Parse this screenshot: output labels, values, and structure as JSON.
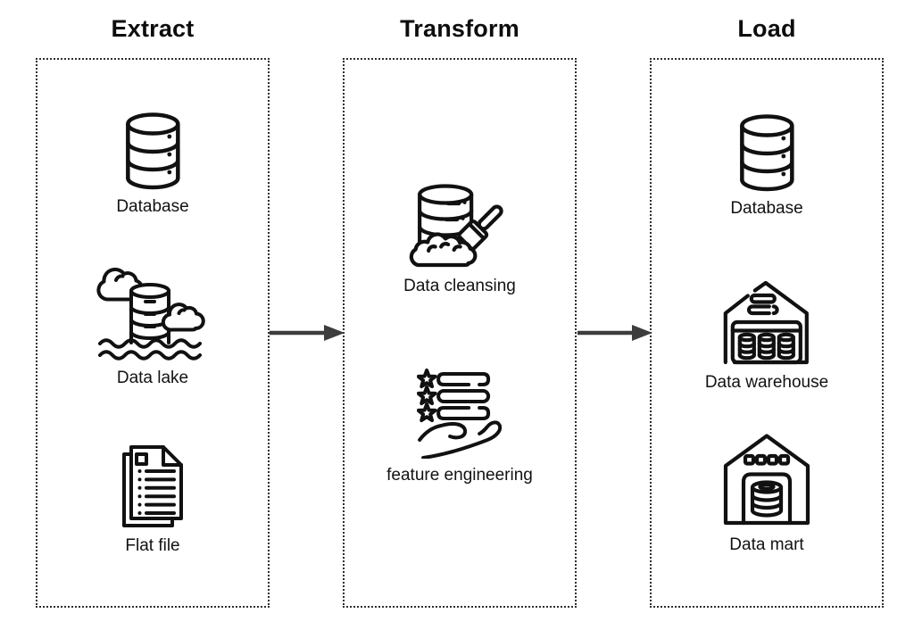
{
  "diagram": {
    "columns": [
      {
        "title": "Extract",
        "items": [
          {
            "label": "Database",
            "icon": "database-icon"
          },
          {
            "label": "Data lake",
            "icon": "data-lake-icon"
          },
          {
            "label": "Flat file",
            "icon": "flat-file-icon"
          }
        ]
      },
      {
        "title": "Transform",
        "items": [
          {
            "label": "Data cleansing",
            "icon": "data-cleansing-icon"
          },
          {
            "label": "feature engineering",
            "icon": "feature-engineering-icon"
          }
        ]
      },
      {
        "title": "Load",
        "items": [
          {
            "label": "Database",
            "icon": "database-icon"
          },
          {
            "label": "Data warehouse",
            "icon": "data-warehouse-icon"
          },
          {
            "label": "Data mart",
            "icon": "data-mart-icon"
          }
        ]
      }
    ],
    "arrows": [
      {
        "name": "extract-to-transform",
        "direction": "right"
      },
      {
        "name": "transform-to-load",
        "direction": "right"
      }
    ],
    "colors": {
      "background": "#ffffff",
      "icon_stroke": "#111111",
      "arrow": "#3d3d3d",
      "box_border": "#2f2f2f",
      "text": "#0d0d0d"
    }
  }
}
